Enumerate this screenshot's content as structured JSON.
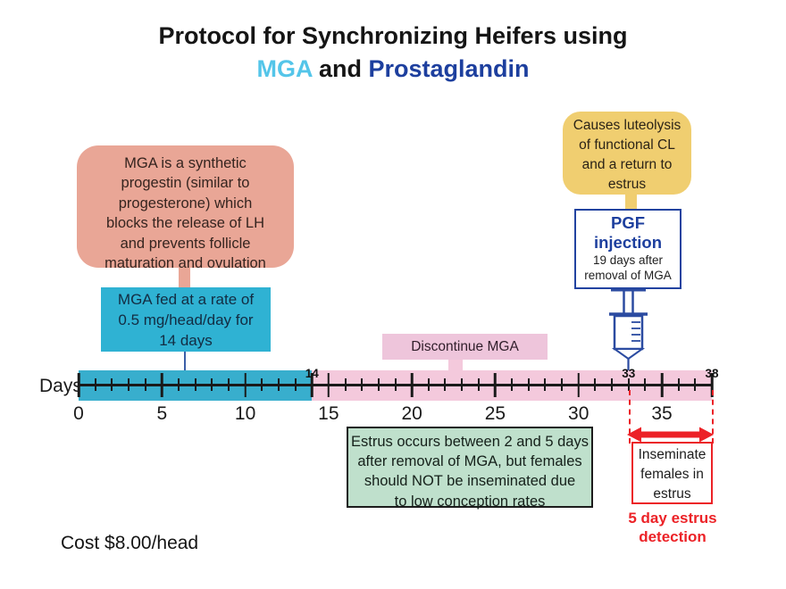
{
  "title": {
    "line1": "Protocol for Synchronizing Heifers using",
    "line2_mga": "MGA",
    "line2_and": " and ",
    "line2_prostaglandin": "Prostaglandin"
  },
  "annotations": {
    "mga_info": "MGA is a synthetic\nprogestin (similar to\nprogesterone) which\nblocks the release of LH\nand prevents follicle\nmaturation and ovulation",
    "mga_fed": "MGA fed at a rate of\n0.5 mg/head/day for\n14 days",
    "luteolysis": "Causes luteolysis\nof functional CL\nand a return to\nestrus",
    "pgf_title": "PGF\ninjection",
    "pgf_sub": "19 days after\nremoval of MGA",
    "discontinue": "Discontinue MGA",
    "estrus_warning": "Estrus occurs between 2 and 5 days\nafter removal of MGA, but females\nshould NOT be inseminated due\nto low conception rates",
    "inseminate": "Inseminate\nfemales in\nestrus",
    "estrus_detection": "5 day estrus\ndetection",
    "cost": "Cost $8.00/head",
    "axis_title": "Days"
  },
  "timeline": {
    "min_day": 0,
    "max_day": 38,
    "segments": [
      {
        "name": "mga-feeding",
        "start": 0,
        "end": 14,
        "color": "#38aecd"
      },
      {
        "name": "post-mga",
        "start": 14,
        "end": 38,
        "color": "#f4c9dc"
      }
    ],
    "major_ticks": [
      0,
      5,
      10,
      14,
      15,
      20,
      25,
      30,
      35,
      38
    ],
    "labels_below": [
      0,
      5,
      10,
      15,
      20,
      25,
      30,
      35
    ],
    "labels_above": [
      14,
      33,
      38
    ],
    "pgf_injection_day": 33,
    "estrus_detection_start": 33,
    "estrus_detection_end": 38
  },
  "colors": {
    "title_mga": "#54c5e9",
    "title_prostaglandin": "#1d3f9e",
    "mga_info_box": "#e9a696",
    "mga_fed_box": "#2fb2d3",
    "luteolysis_box": "#f0ce70",
    "pgf_border": "#2243a0",
    "discontinue_box": "#eec5db",
    "estrus_warning_box": "#bfe0cc",
    "timeline_cyan": "#38aecd",
    "timeline_pink": "#f4c9dc",
    "red_accent": "#ec2227"
  }
}
